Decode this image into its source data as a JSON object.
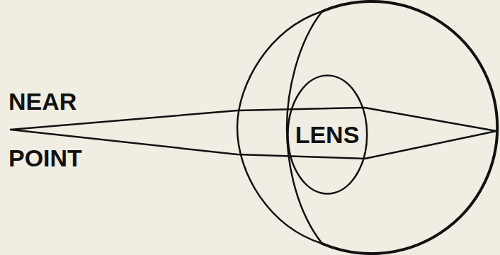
{
  "diagram": {
    "nodes": [
      {
        "text": [
          "LENS"
        ]
      }
    ],
    "labels": [
      "NEAR",
      "POINT"
    ]
  }
}
